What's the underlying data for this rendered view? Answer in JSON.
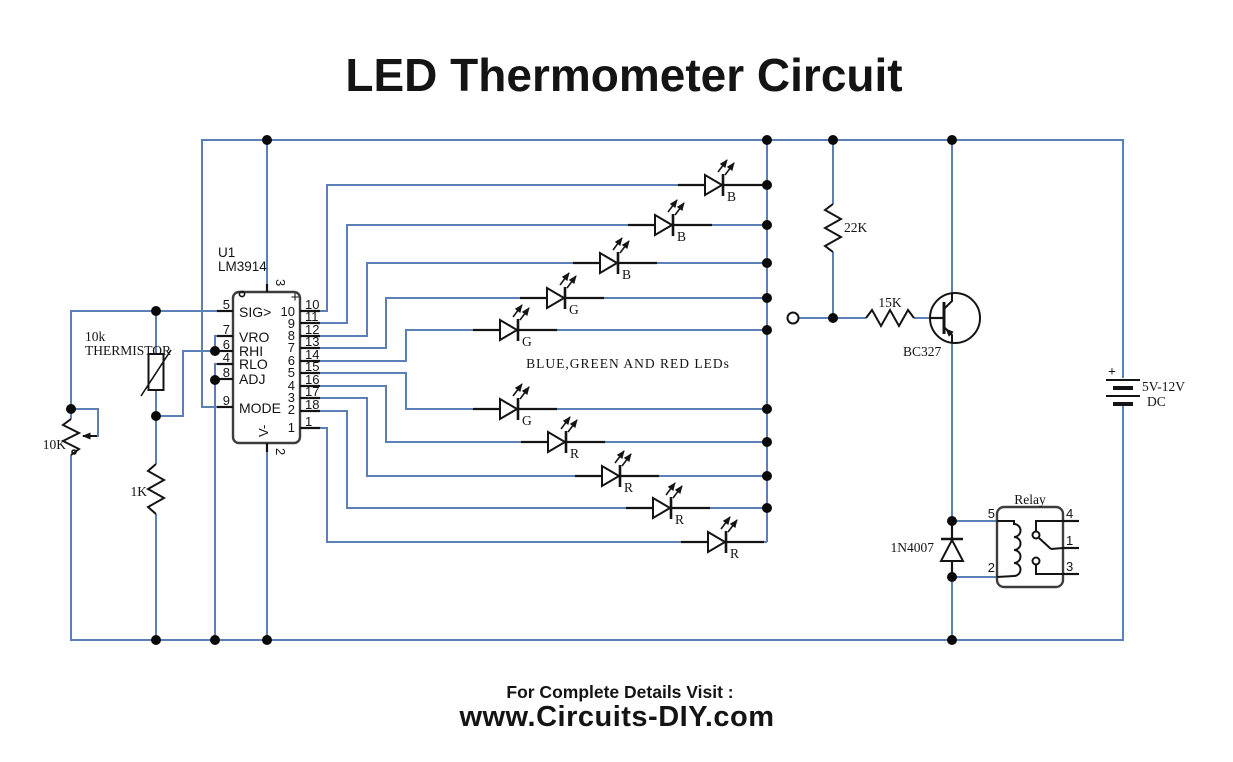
{
  "title": "LED Thermometer Circuit",
  "footer": {
    "visit": "For Complete Details Visit :",
    "site": "www.Circuits-DIY.com"
  },
  "colors": {
    "title_blue": "#3e6cb4",
    "footer_blue": "#3d6cc0",
    "footer_gray": "#6c6c6c",
    "wire_blue": "#5b80b6"
  },
  "ic": {
    "ref": "U1",
    "part": "LM3914",
    "labels": {
      "sig": "SIG>",
      "vro": "VRO",
      "rhi": "RHI",
      "rlo": "RLO",
      "adj": "ADJ",
      "mode": "MODE",
      "vplus": "+",
      "vminus": "V-"
    },
    "top_pin": "3",
    "bottom_pin": "2",
    "left_pins": [
      "5",
      "7",
      "6",
      "4",
      "8",
      "9"
    ],
    "right_pins_internal": [
      "10",
      "9",
      "8",
      "7",
      "6",
      "5",
      "4",
      "3",
      "2",
      "1"
    ],
    "right_pins_external": [
      "10",
      "11",
      "12",
      "13",
      "14",
      "15",
      "16",
      "17",
      "18",
      "1"
    ]
  },
  "components": {
    "thermistor_value": "10k",
    "thermistor_name": "THERMISTOR",
    "potentiometer": "10K",
    "resistor_1k": "1K",
    "resistor_22k": "22K",
    "resistor_15k": "15K",
    "transistor": "BC327",
    "diode": "1N4007",
    "relay_name": "Relay",
    "relay_pins": {
      "p5": "5",
      "p2": "2",
      "p4": "4",
      "p1": "1",
      "p3": "3"
    },
    "battery_plus": "+",
    "battery_voltage": "5V-12V",
    "battery_type": "DC",
    "led_note": "BLUE,GREEN AND RED LEDs",
    "led_labels": [
      "B",
      "B",
      "B",
      "G",
      "G",
      "G",
      "R",
      "R",
      "R",
      "R"
    ]
  }
}
